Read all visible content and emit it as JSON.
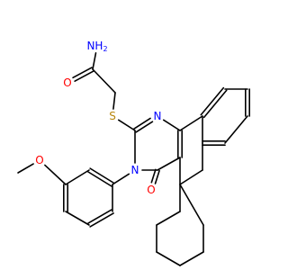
{
  "atoms": {
    "nh2": "NH",
    "nh2_sub": "2",
    "o_amide": "O",
    "s": "S",
    "n_top": "N",
    "n_left": "N",
    "o_keto": "O",
    "o_methoxy": "O"
  },
  "colors": {
    "bond": "#000000",
    "nitrogen": "#0000ff",
    "oxygen": "#ff0000",
    "sulfur": "#b8860b"
  }
}
